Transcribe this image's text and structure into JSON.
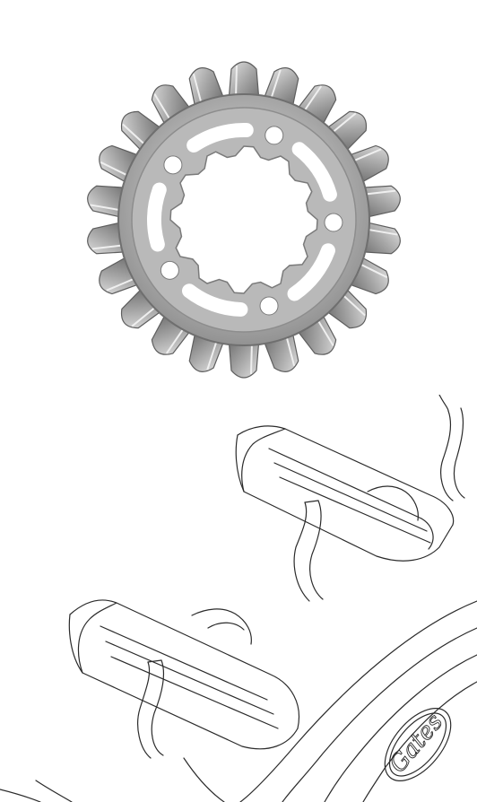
{
  "figure": {
    "upper_image": "sprocket-photo",
    "lower_image": "sprocket-teeth-line-drawing",
    "logo_text": "Gates",
    "colors": {
      "metal_light": "#c9c9c9",
      "metal_mid": "#a8a8a8",
      "metal_dark": "#6f6f6f",
      "line": "#2b2b2b",
      "background": "#ffffff"
    }
  }
}
